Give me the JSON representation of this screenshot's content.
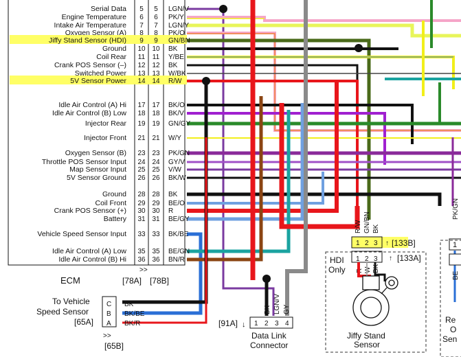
{
  "ecm": {
    "title": "ECM",
    "connector_a": "[78A]",
    "connector_b": "[78B]",
    "pins": [
      {
        "signal": "Serial Data",
        "pin": "5",
        "color": "LGN/V",
        "highlight": false
      },
      {
        "signal": "Engine Temperature",
        "pin": "6",
        "color": "PK/Y",
        "highlight": false
      },
      {
        "signal": "Intake Air Temperature",
        "pin": "7",
        "color": "LGN/Y",
        "highlight": false
      },
      {
        "signal": "Oxygen Sensor (A)",
        "pin": "8",
        "color": "PK/O",
        "highlight": false
      },
      {
        "signal": "Jiffy Stand Sensor (HDI)",
        "pin": "9",
        "color": "GN/BN",
        "highlight": true
      },
      {
        "signal": "Ground",
        "pin": "10",
        "color": "BK",
        "highlight": false
      },
      {
        "signal": "Coil Rear",
        "pin": "11",
        "color": "Y/BE",
        "highlight": false
      },
      {
        "signal": "Crank POS Sensor (–)",
        "pin": "12",
        "color": "BK",
        "highlight": false
      },
      {
        "signal": "Switched Power",
        "pin": "13",
        "color": "W/BK",
        "highlight": false
      },
      {
        "signal": "5V Sensor Power",
        "pin": "14",
        "color": "R/W",
        "highlight": true
      },
      {
        "signal": "Idle Air Control (A) Hi",
        "pin": "17",
        "color": "BK/O",
        "highlight": false
      },
      {
        "signal": "Idle Air Control (B) Low",
        "pin": "18",
        "color": "BK/V",
        "highlight": false
      },
      {
        "signal": "Injector Rear",
        "pin": "19",
        "color": "GN/GY",
        "highlight": false
      },
      {
        "signal": "Injector Front",
        "pin": "21",
        "color": "W/Y",
        "highlight": false
      },
      {
        "signal": "Oxygen Sensor (B)",
        "pin": "23",
        "color": "PK/GN",
        "highlight": false
      },
      {
        "signal": "Throttle POS Sensor Input",
        "pin": "24",
        "color": "GY/V",
        "highlight": false
      },
      {
        "signal": "Map Sensor Input",
        "pin": "25",
        "color": "V/W",
        "highlight": false
      },
      {
        "signal": "5V Sensor Ground",
        "pin": "26",
        "color": "BK/W",
        "highlight": false
      },
      {
        "signal": "Ground",
        "pin": "28",
        "color": "BK",
        "highlight": false
      },
      {
        "signal": "Coil Front",
        "pin": "29",
        "color": "BE/O",
        "highlight": false
      },
      {
        "signal": "Crank POS Sensor (+)",
        "pin": "30",
        "color": "R",
        "highlight": false
      },
      {
        "signal": "Battery",
        "pin": "31",
        "color": "BE/GY",
        "highlight": false
      },
      {
        "signal": "Vehicle Speed Sensor Input",
        "pin": "33",
        "color": "BK/BE",
        "highlight": false
      },
      {
        "signal": "Idle Air Control (A) Low",
        "pin": "35",
        "color": "BE/GN",
        "highlight": false
      },
      {
        "signal": "Idle Air Control (B) Hi",
        "pin": "36",
        "color": "BN/R",
        "highlight": false
      }
    ]
  },
  "vss": {
    "title_line1": "To Vehicle",
    "title_line2": "Speed Sensor",
    "connector": "[65A]",
    "mate": "[65B]",
    "pins": [
      {
        "letter": "C",
        "color": "BK"
      },
      {
        "letter": "B",
        "color": "BK/BE"
      },
      {
        "letter": "A",
        "color": "BK/R"
      }
    ]
  },
  "dlc": {
    "connector": "[91A]",
    "title_line1": "Data Link",
    "title_line2": "Connector",
    "pins": [
      "1",
      "2",
      "3",
      "4"
    ],
    "wires": [
      "BK",
      "LGN/V",
      "GY"
    ]
  },
  "jiffy": {
    "connector_b": "[133B]",
    "connector_a": "[133A]",
    "pins": [
      "1",
      "2",
      "3"
    ],
    "wires_top": [
      "R/W",
      "GN/BN",
      "BK"
    ],
    "wires_bottom": [
      "R",
      "W",
      "BK"
    ],
    "hdi_line1": "HDI",
    "hdi_line2": "Only",
    "title_line1": "Jiffy Stand",
    "title_line2": "Sensor"
  },
  "right_edge": {
    "wire_label": "PK/GN",
    "pin": "1",
    "wire_label2": "BE",
    "text1": "Re",
    "text2": "O",
    "text3": "Sen"
  },
  "colors": {
    "highlight": "#ffff66",
    "black": "#111111",
    "red": "#e8161b",
    "yellow": "#f2ef1a",
    "lime": "#e8f55a",
    "pink": "#f5a5c8",
    "hotpink": "#e0218a",
    "green": "#2a8a2a",
    "darkgreen": "#4a6a1a",
    "brown": "#8b4513",
    "blue": "#2a6fd6",
    "lightblue": "#6fa0e0",
    "teal": "#1aa3a0",
    "gray": "#8a8a8a",
    "purple": "#8a2a9a",
    "violet": "#a050c8",
    "orange": "#f08020"
  }
}
